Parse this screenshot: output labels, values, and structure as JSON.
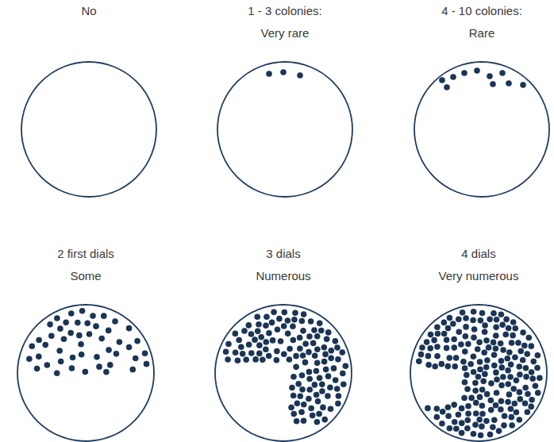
{
  "diagram": {
    "nodes": [
      {
        "text": [
          "No"
        ]
      },
      {
        "text": [
          "1 - 3 colonies:",
          "Very rare"
        ]
      },
      {
        "text": [
          "4 - 10 colonies:",
          "Rare"
        ]
      },
      {
        "text": [
          "2 first dials",
          "Some"
        ]
      },
      {
        "text": [
          "3 dials",
          "Numerous"
        ]
      },
      {
        "text": [
          "4 dials",
          "Very numerous"
        ]
      }
    ]
  }
}
